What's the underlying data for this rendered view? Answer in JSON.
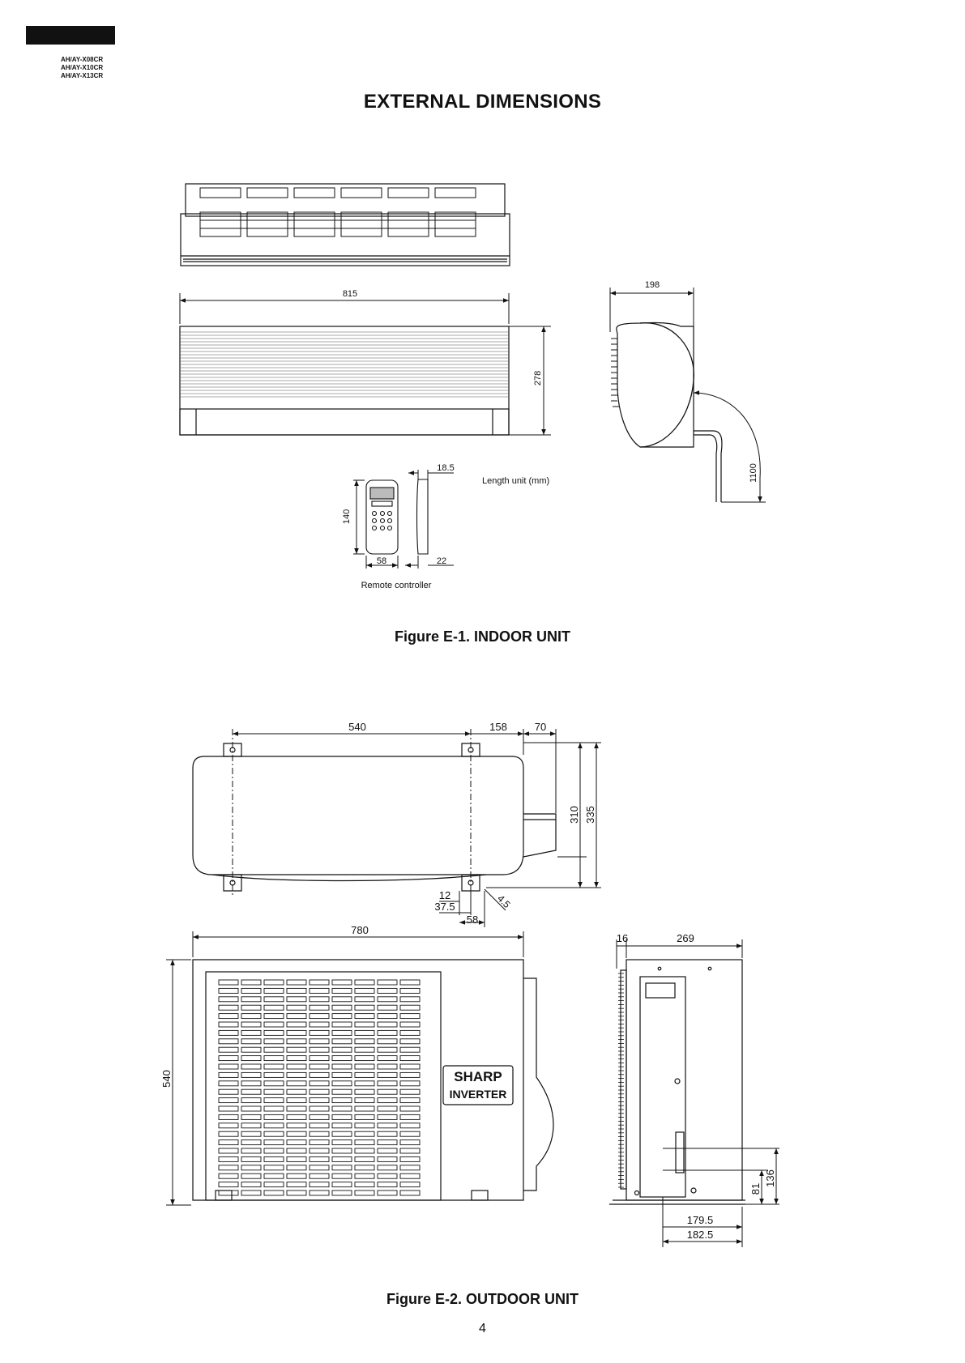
{
  "header": {
    "models": [
      "AH/AY-X08CR",
      "AH/AY-X10CR",
      "AH/AY-X13CR"
    ]
  },
  "page_title": "EXTERNAL DIMENSIONS",
  "indoor": {
    "width": "815",
    "height": "278",
    "depth": "198",
    "pipe_length": "1100",
    "remote_thickness": "18.5",
    "remote_height": "140",
    "remote_width": "58",
    "remote_depth": "22",
    "length_unit": "Length unit (mm)",
    "remote_label": "Remote controller",
    "caption": "Figure E-1. INDOOR UNIT"
  },
  "outdoor": {
    "top_width": "540",
    "top_offset": "158",
    "top_valve": "70",
    "top_depth": "310",
    "top_overall": "335",
    "foot_12": "12",
    "foot_37_5": "37.5",
    "foot_58": "58",
    "foot_4_5": "4.5",
    "front_width": "780",
    "front_height": "540",
    "side_16": "16",
    "side_269": "269",
    "side_179_5": "179.5",
    "side_182_5": "182.5",
    "side_81": "81",
    "side_136": "136",
    "brand": "SHARP",
    "brand_sub": "INVERTER",
    "caption": "Figure E-2. OUTDOOR UNIT"
  },
  "page_number": "4"
}
